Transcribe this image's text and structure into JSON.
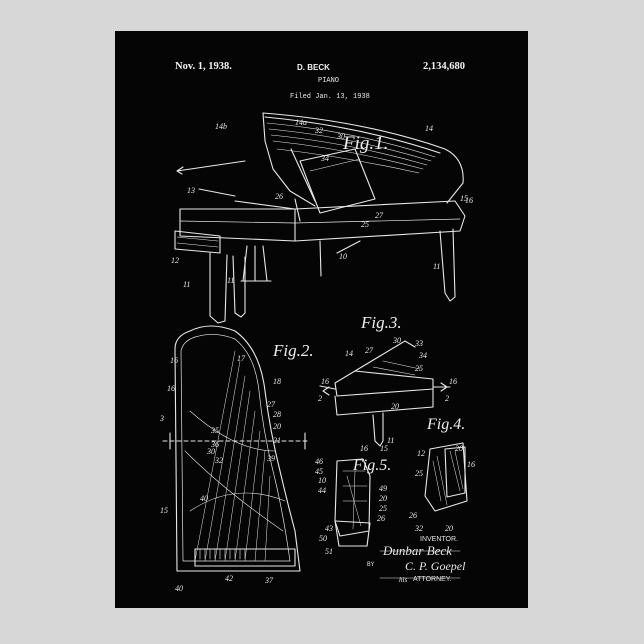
{
  "header": {
    "date": "Nov. 1, 1938.",
    "inventor_name": "D. BECK",
    "title": "PIANO",
    "filed": "Filed Jan. 13, 1938",
    "patent_number": "2,134,680"
  },
  "figures": {
    "fig1": "Fig.1.",
    "fig2": "Fig.2.",
    "fig3": "Fig.3.",
    "fig4": "Fig.4.",
    "fig5": "Fig.5."
  },
  "signature": {
    "inventor_label": "INVENTOR.",
    "inventor_sig": "Dunbar Beck",
    "attorney_sig": "C. P. Goepel",
    "attorney_label": "ATTORNEY.",
    "his": "his",
    "by": "BY"
  },
  "colors": {
    "frame": "#d7d7d7",
    "poster": "#050505",
    "ink": "#f2f2f2"
  }
}
